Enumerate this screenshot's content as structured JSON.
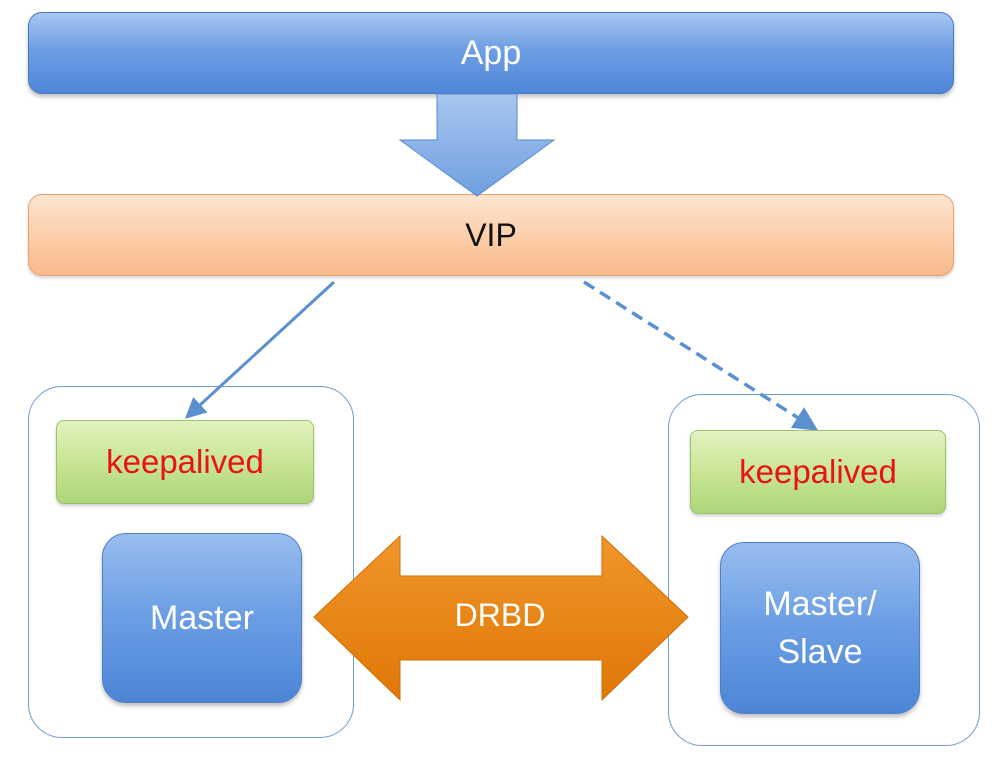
{
  "top": {
    "label": "App"
  },
  "vip": {
    "label": "VIP"
  },
  "left_node": {
    "keepalived": "keepalived",
    "role": "Master"
  },
  "right_node": {
    "keepalived": "keepalived",
    "role_line1": "Master/",
    "role_line2": "Slave"
  },
  "link": {
    "label": "DRBD"
  },
  "colors": {
    "app_blue": "#5b8fdc",
    "vip_orange": "#fbcda8",
    "keepalived_green": "#c6e491",
    "keepalived_text": "#e8121a",
    "drbd_orange": "#e8820c",
    "arrow_blue": "#5a8fd0"
  }
}
